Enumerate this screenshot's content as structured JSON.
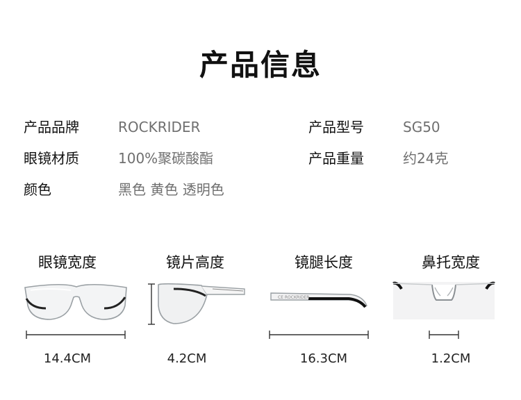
{
  "title": "产品信息",
  "specs": {
    "brand_label": "产品品牌",
    "brand_value": "ROCKRIDER",
    "model_label": "产品型号",
    "model_value": "SG50",
    "material_label": "眼镜材质",
    "material_value": "100%聚碳酸酯",
    "weight_label": "产品重量",
    "weight_value": "约24克",
    "color_label": "颜色",
    "color_value": "黑色 黄色 透明色"
  },
  "dimensions": [
    {
      "label": "眼镜宽度",
      "value": "14.4CM",
      "icon": "glasses-front-icon"
    },
    {
      "label": "镜片高度",
      "value": "4.2CM",
      "icon": "glasses-side-angle-icon"
    },
    {
      "label": "镜腿长度",
      "value": "16.3CM",
      "icon": "glasses-temple-arm-icon"
    },
    {
      "label": "鼻托宽度",
      "value": "1.2CM",
      "icon": "nose-pad-icon"
    }
  ]
}
